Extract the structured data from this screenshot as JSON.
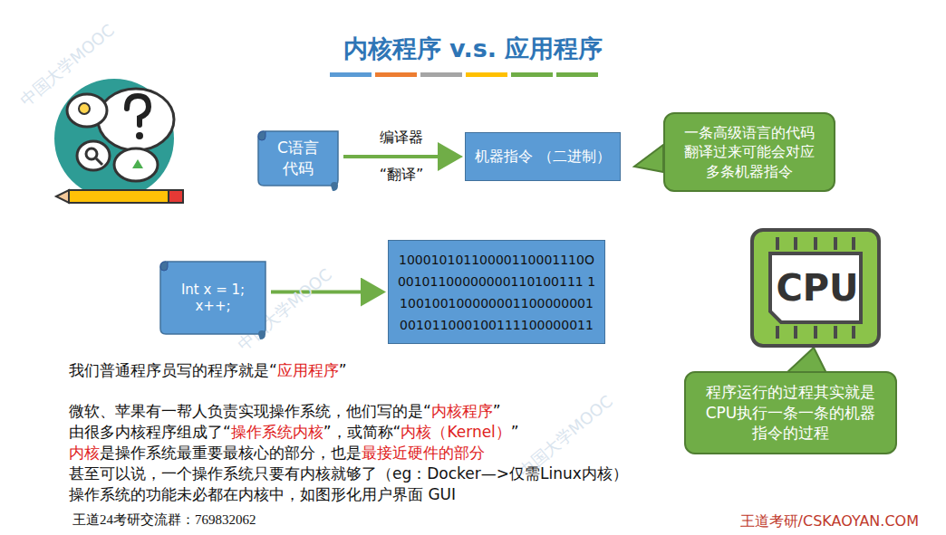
{
  "diagram": {
    "title": "内核程序 v.s. 应用程序",
    "nodes": [
      {
        "text": [
          "C语言 代码"
        ]
      },
      {
        "text": [
          "机器指令 （二进制）"
        ]
      },
      {
        "text": [
          "一条高级语言的代码翻译过来可能会对应多条机器指令"
        ]
      },
      {
        "text": [
          "Int x = 1; x++;"
        ]
      },
      {
        "text": [
          "10001010110000110001110O",
          "00101100000000110100111 1",
          "100100100000001100000001",
          "001011000100111100000011"
        ]
      },
      {
        "text": [
          "程序运行的过程其实就是CPU执行一条一条的机器指令的过程"
        ]
      }
    ],
    "edges": [
      {
        "from": 0,
        "to": 1,
        "arrow": "to",
        "label": "编译器"
      },
      {
        "from": 3,
        "to": 4,
        "arrow": "to"
      }
    ],
    "labels": [
      "“翻译”",
      "CPU",
      "我们普通程序员写的程序就是“",
      "应用程序",
      "”",
      "微软、苹果有一帮人负责实现操作系统，他们写的是“",
      "内核程序",
      "”",
      "由很多内核程序组成了“",
      "操作系统内核",
      "”，或简称“",
      "内核（Kernel）",
      "”",
      "内核",
      "是操作系统最重要最核心的部分，也是",
      "最接近硬件的部分",
      "甚至可以说，一个操作系统只要有内核就够了（eg：Docker—>仅需Linux内核）",
      "操作系统的功能未必都在内核中，如图形化用户界面 GUI",
      "王道24考研交流群：769832062",
      "王道考研/CSKAOYAN.COM",
      "中国大学MOOC",
      "中国大学MOOC",
      "中国大学MOOC"
    ]
  }
}
